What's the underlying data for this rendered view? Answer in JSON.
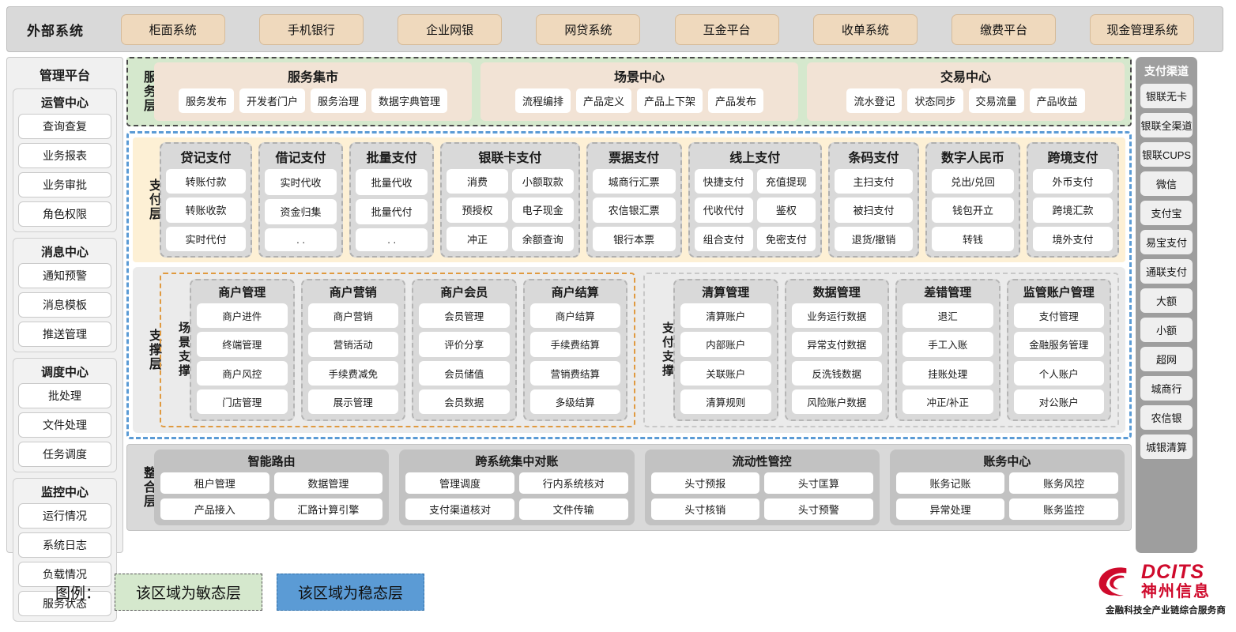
{
  "external_bar": {
    "title": "外部系统",
    "items": [
      "柜面系统",
      "手机银行",
      "企业网银",
      "网贷系统",
      "互金平台",
      "收单系统",
      "缴费平台",
      "现金管理系统"
    ]
  },
  "left_panel": {
    "title": "管理平台",
    "groups": [
      {
        "title": "运管中心",
        "items": [
          "查询查复",
          "业务报表",
          "业务审批",
          "角色权限"
        ]
      },
      {
        "title": "消息中心",
        "items": [
          "通知预警",
          "消息模板",
          "推送管理"
        ]
      },
      {
        "title": "调度中心",
        "items": [
          "批处理",
          "文件处理",
          "任务调度"
        ]
      },
      {
        "title": "监控中心",
        "items": [
          "运行情况",
          "系统日志",
          "负载情况",
          "服务状态"
        ]
      }
    ]
  },
  "right_panel": {
    "title": "支付渠道",
    "items": [
      "银联无卡",
      "银联全渠道",
      "银联CUPS",
      "微信",
      "支付宝",
      "易宝支付",
      "通联支付",
      "大额",
      "小额",
      "超网",
      "城商行",
      "农信银",
      "城银清算"
    ]
  },
  "service_layer": {
    "label": "服务层",
    "groups": [
      {
        "title": "服务集市",
        "items": [
          "服务发布",
          "开发者门户",
          "服务治理",
          "数据字典管理"
        ]
      },
      {
        "title": "场景中心",
        "items": [
          "流程编排",
          "产品定义",
          "产品上下架",
          "产品发布"
        ]
      },
      {
        "title": "交易中心",
        "items": [
          "流水登记",
          "状态同步",
          "交易流量",
          "产品收益"
        ]
      }
    ]
  },
  "payment_layer": {
    "label": "支付层",
    "groups": [
      {
        "title": "贷记支付",
        "cols": 1,
        "items": [
          "转账付款",
          "转账收款",
          "实时代付"
        ]
      },
      {
        "title": "借记支付",
        "cols": 1,
        "items": [
          "实时代收",
          "资金归集",
          ". ."
        ]
      },
      {
        "title": "批量支付",
        "cols": 1,
        "items": [
          "批量代收",
          "批量代付",
          ". ."
        ]
      },
      {
        "title": "银联卡支付",
        "cols": 2,
        "items": [
          "消费",
          "小额取款",
          "预授权",
          "电子现金",
          "冲正",
          "余额查询"
        ]
      },
      {
        "title": "票据支付",
        "cols": 1,
        "items": [
          "城商行汇票",
          "农信银汇票",
          "银行本票"
        ]
      },
      {
        "title": "线上支付",
        "cols": 2,
        "items": [
          "快捷支付",
          "充值提现",
          "代收代付",
          "鉴权",
          "组合支付",
          "免密支付"
        ]
      },
      {
        "title": "条码支付",
        "cols": 1,
        "items": [
          "主扫支付",
          "被扫支付",
          "退货/撤销"
        ]
      },
      {
        "title": "数字人民币",
        "cols": 1,
        "items": [
          "兑出/兑回",
          "钱包开立",
          "转钱"
        ]
      },
      {
        "title": "跨境支付",
        "cols": 1,
        "items": [
          "外币支付",
          "跨境汇款",
          "境外支付"
        ]
      }
    ]
  },
  "support_layer": {
    "halves": [
      {
        "label": "场景支撑",
        "columns": [
          {
            "title": "商户管理",
            "items": [
              "商户进件",
              "终端管理",
              "商户风控",
              "门店管理"
            ]
          },
          {
            "title": "商户营销",
            "items": [
              "商户营销",
              "营销活动",
              "手续费减免",
              "展示管理"
            ]
          },
          {
            "title": "商户会员",
            "items": [
              "会员管理",
              "评价分享",
              "会员储值",
              "会员数据"
            ]
          },
          {
            "title": "商户结算",
            "items": [
              "商户结算",
              "手续费结算",
              "营销费结算",
              "多级结算"
            ]
          }
        ]
      },
      {
        "label": "支付支撑",
        "columns": [
          {
            "title": "清算管理",
            "items": [
              "清算账户",
              "内部账户",
              "关联账户",
              "清算规则"
            ]
          },
          {
            "title": "数据管理",
            "items": [
              "业务运行数据",
              "异常支付数据",
              "反洗钱数据",
              "风险账户数据"
            ]
          },
          {
            "title": "差错管理",
            "items": [
              "退汇",
              "手工入账",
              "挂账处理",
              "冲正/补正"
            ]
          },
          {
            "title": "监管账户管理",
            "items": [
              "支付管理",
              "金融服务管理",
              "个人账户",
              "对公账户"
            ]
          }
        ]
      }
    ]
  },
  "integration_layer": {
    "label": "整合层",
    "groups": [
      {
        "title": "智能路由",
        "items": [
          "租户管理",
          "数据管理",
          "产品接入",
          "汇路计算引擎"
        ]
      },
      {
        "title": "跨系统集中对账",
        "items": [
          "管理调度",
          "行内系统核对",
          "支付渠道核对",
          "文件传输"
        ]
      },
      {
        "title": "流动性管控",
        "items": [
          "头寸预报",
          "头寸匡算",
          "头寸核销",
          "头寸预警"
        ]
      },
      {
        "title": "账务中心",
        "items": [
          "账务记账",
          "账务风控",
          "异常处理",
          "账务监控"
        ]
      }
    ]
  },
  "legend": {
    "label": "图例：",
    "agile": "该区域为敏态层",
    "stable": "该区域为稳态层"
  },
  "logo": {
    "en": "DCITS",
    "cn": "神州信息",
    "tagline": "金融科技全产业链综合服务商"
  },
  "colors": {
    "agile_green": "#d5e8cd",
    "stable_blue": "#5b9bd5",
    "payment_yellow": "#fdf0d5",
    "external_chip": "#efd9bd",
    "brand_red": "#cf0a2c"
  }
}
